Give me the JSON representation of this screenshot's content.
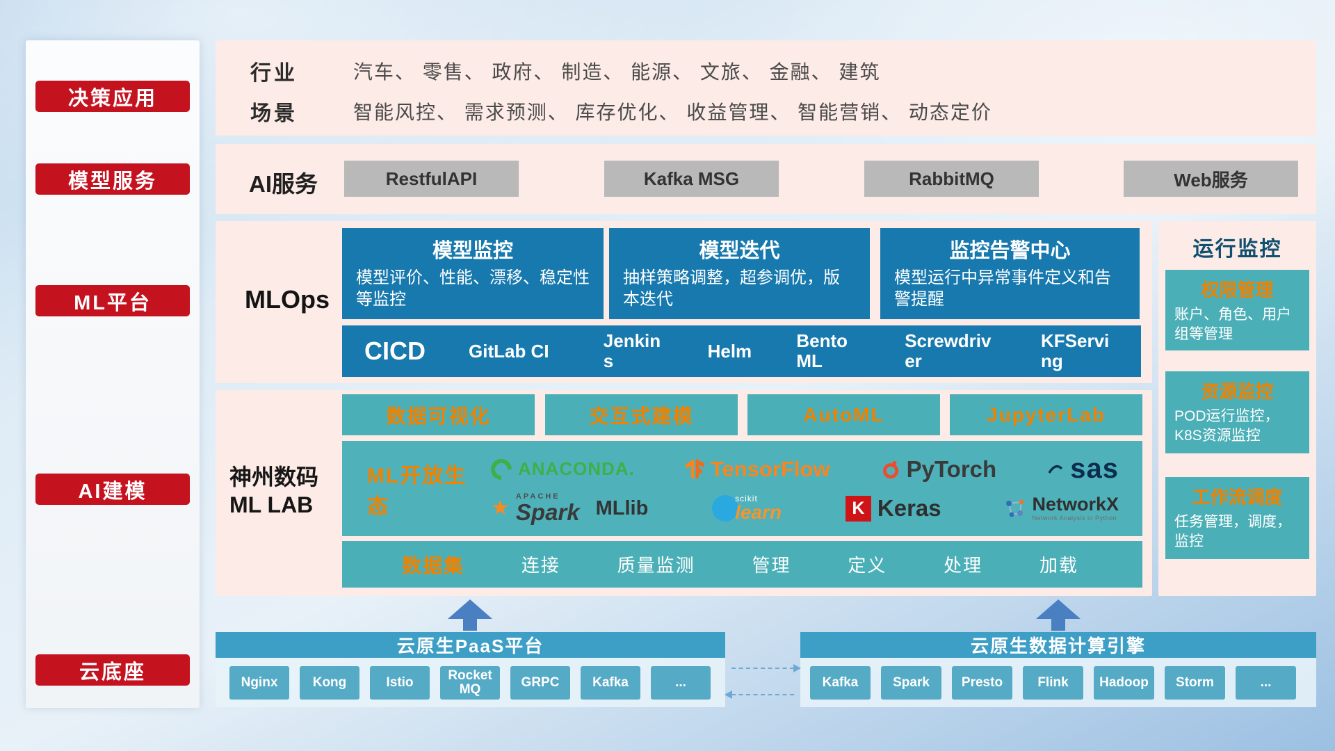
{
  "sidebar": {
    "items": [
      {
        "label": "决策应用"
      },
      {
        "label": "模型服务"
      },
      {
        "label": "ML平台"
      },
      {
        "label": "AI建模"
      },
      {
        "label": "云底座"
      }
    ]
  },
  "industry": {
    "row1_label": "行业",
    "row1_text": "汽车、 零售、 政府、 制造、 能源、 文旅、 金融、 建筑",
    "row2_label": "场景",
    "row2_text": "智能风控、 需求预测、 库存优化、 收益管理、 智能营销、 动态定价"
  },
  "ai_service": {
    "label": "AI服务",
    "items": [
      {
        "label": "RestfulAPI"
      },
      {
        "label": "Kafka MSG"
      },
      {
        "label": "RabbitMQ"
      },
      {
        "label": "Web服务"
      }
    ]
  },
  "mlops": {
    "label": "MLOps",
    "cards": [
      {
        "title": "模型监控",
        "desc": "模型评价、性能、漂移、稳定性等监控"
      },
      {
        "title": "模型迭代",
        "desc": "抽样策略调整，超参调优，版本迭代"
      },
      {
        "title": "监控告警中心",
        "desc": "模型运行中异常事件定义和告警提醒"
      }
    ],
    "cicd_label": "CICD",
    "cicd_tools": [
      {
        "label": "GitLab CI"
      },
      {
        "label": "Jenkins"
      },
      {
        "label": "Helm"
      },
      {
        "label": "BentoML"
      },
      {
        "label": "Screwdriver"
      },
      {
        "label": "KFServing"
      }
    ]
  },
  "monitoring": {
    "title": "运行监控",
    "cards": [
      {
        "title": "权限管理",
        "desc": "账户、角色、用户组等管理"
      },
      {
        "title": "资源监控",
        "desc": "POD运行监控，K8S资源监控"
      },
      {
        "title": "工作流调度",
        "desc": "任务管理，调度，监控"
      }
    ]
  },
  "mllab": {
    "label_line1": "神州数码",
    "label_line2": "ML LAB",
    "tools": [
      {
        "label": "数据可视化"
      },
      {
        "label": "交互式建模"
      },
      {
        "label": "AutoML"
      },
      {
        "label": "JupyterLab"
      }
    ],
    "ecosystem_label": "ML开放生态",
    "logos": {
      "anaconda": "ANACONDA.",
      "tensorflow": "TensorFlow",
      "pytorch": "PyTorch",
      "sas": "sas",
      "spark_small": "APACHE",
      "spark": "Spark",
      "mllib": "MLlib",
      "sklearn_small": "scikit",
      "sklearn": "learn",
      "keras_k": "K",
      "keras": "Keras",
      "networkx": "NetworkX",
      "networkx_sub": "Network Analysis in Python"
    },
    "dataset_label": "数据集",
    "dataset_items": [
      {
        "label": "连接"
      },
      {
        "label": "质量监测"
      },
      {
        "label": "管理"
      },
      {
        "label": "定义"
      },
      {
        "label": "处理"
      },
      {
        "label": "加载"
      }
    ]
  },
  "cloud": {
    "paas_title": "云原生PaaS平台",
    "paas_items": [
      {
        "label": "Nginx"
      },
      {
        "label": "Kong"
      },
      {
        "label": "Istio"
      },
      {
        "label": "RocketMQ"
      },
      {
        "label": "GRPC"
      },
      {
        "label": "Kafka"
      },
      {
        "label": "..."
      }
    ],
    "engine_title": "云原生数据计算引擎",
    "engine_items": [
      {
        "label": "Kafka"
      },
      {
        "label": "Spark"
      },
      {
        "label": "Presto"
      },
      {
        "label": "Flink"
      },
      {
        "label": "Hadoop"
      },
      {
        "label": "Storm"
      },
      {
        "label": "..."
      }
    ]
  },
  "colors": {
    "badge_red": "#c5121f",
    "panel_pink": "#fcebe6",
    "card_blue": "#1779ae",
    "teal": "#4bafb7",
    "accent_orange": "#ef8200",
    "gray_button": "#b9b9b9",
    "cloud_bar_blue": "#3d9ec6"
  }
}
